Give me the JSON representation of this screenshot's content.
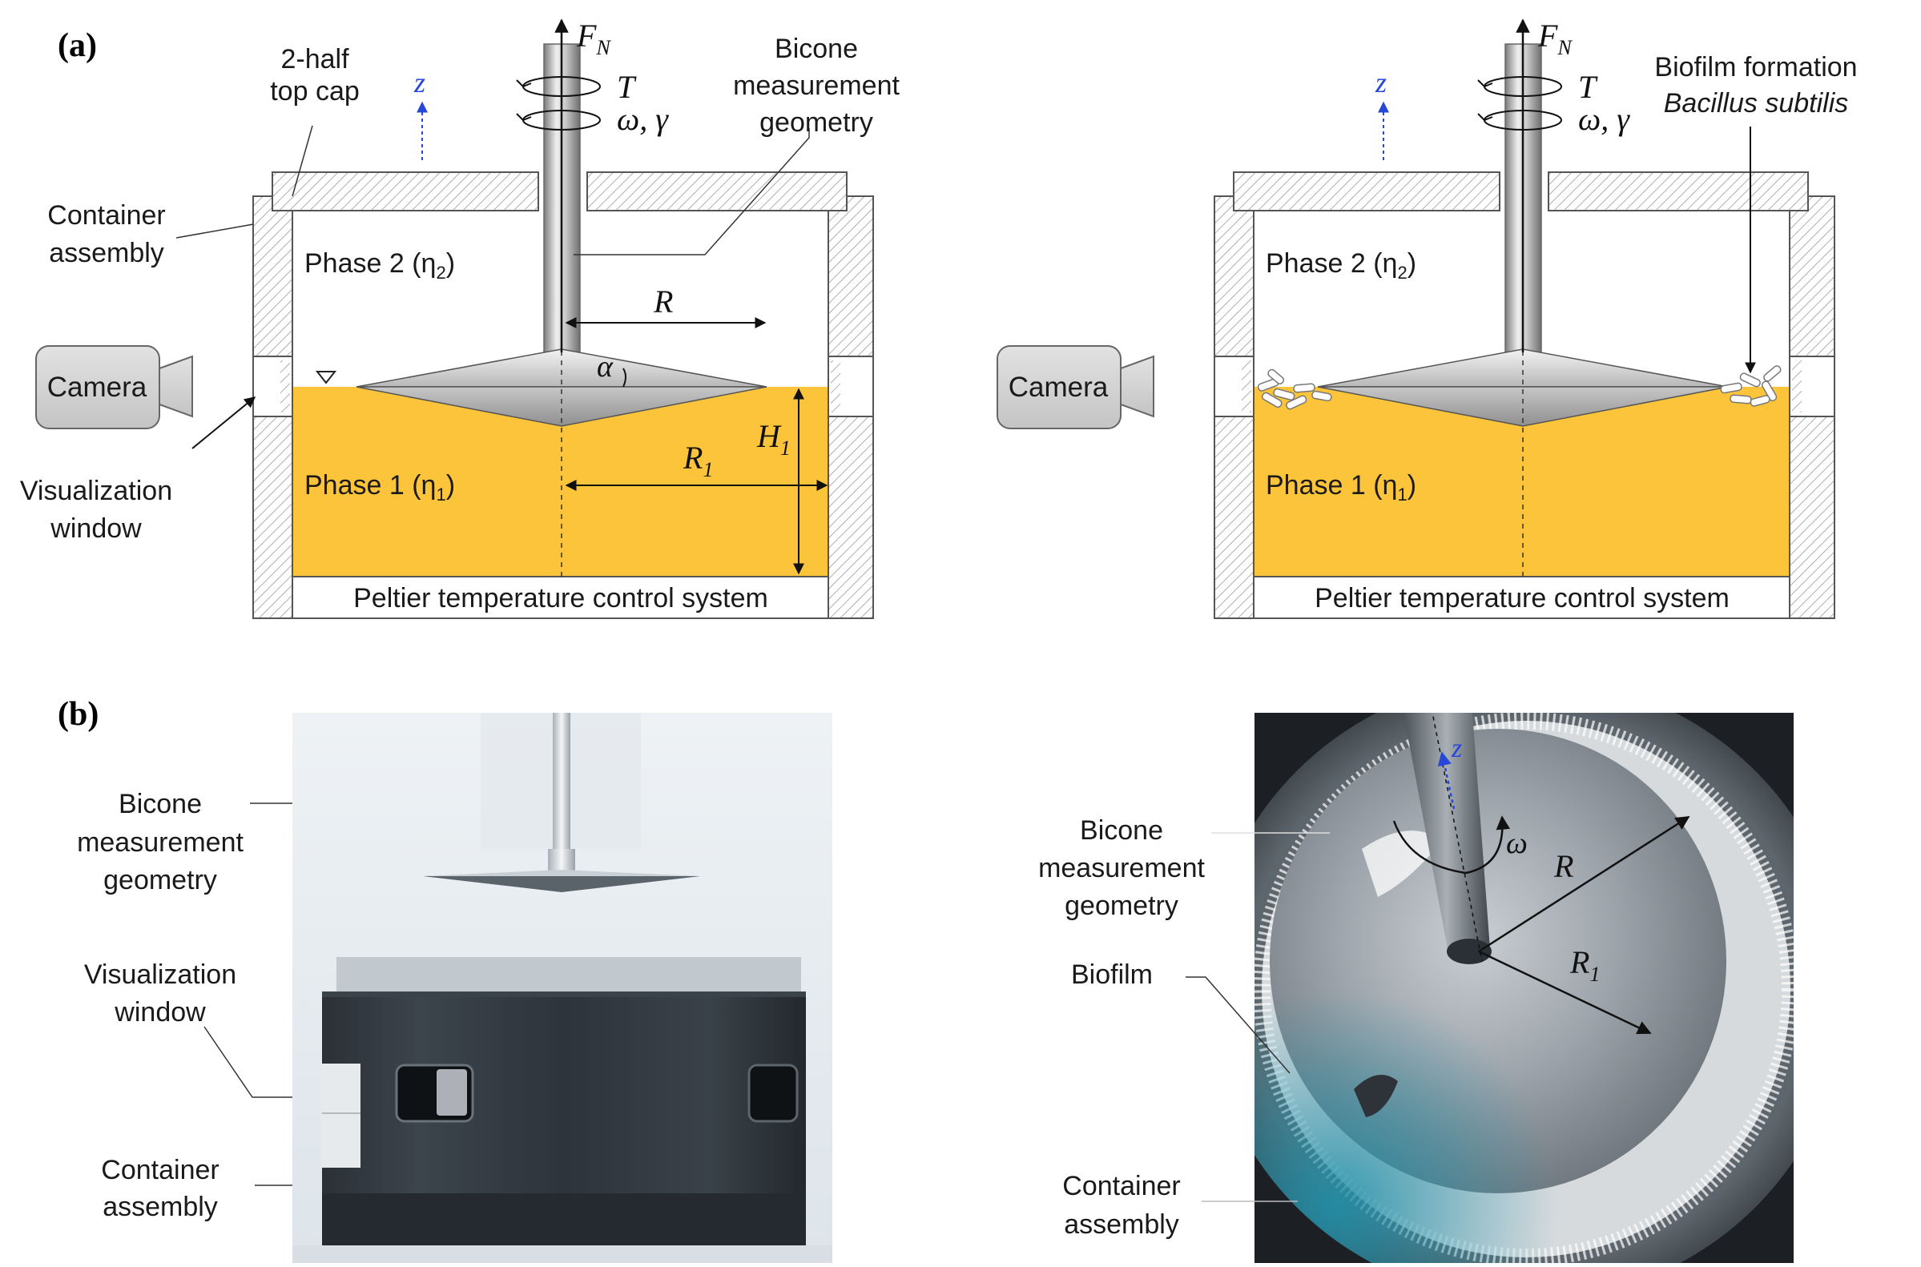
{
  "panels": {
    "a": "(a)",
    "b": "(b)"
  },
  "symbols": {
    "fn": "F",
    "fn_sub": "N",
    "torque": "T",
    "omega_gamma": "ω, γ",
    "z": "z",
    "R": "R",
    "R1": "R",
    "R1_sub": "1",
    "H1": "H",
    "H1_sub": "1",
    "alpha": "α",
    "omega": "ω"
  },
  "diagram_left": {
    "top_cap": [
      "2-half",
      "top cap"
    ],
    "container": [
      "Container",
      "assembly"
    ],
    "bicone": [
      "Bicone",
      "measurement",
      "geometry"
    ],
    "camera": "Camera",
    "window": [
      "Visualization",
      "window"
    ],
    "phase2": "Phase 2 (η",
    "phase2_sub": "2",
    "phase1": "Phase 1 (η",
    "phase1_sub": "1",
    "close_paren": ")",
    "peltier": "Peltier temperature control system"
  },
  "diagram_right": {
    "biofilm_formation": "Biofilm formation",
    "species": "Bacillus subtilis",
    "camera": "Camera",
    "phase2": "Phase 2 (η",
    "phase2_sub": "2",
    "phase1": "Phase 1 (η",
    "phase1_sub": "1",
    "close_paren": ")",
    "peltier": "Peltier temperature control system"
  },
  "photo_left": {
    "bicone": [
      "Bicone",
      "measurement",
      "geometry"
    ],
    "window": [
      "Visualization",
      "window"
    ],
    "container": [
      "Container",
      "assembly"
    ]
  },
  "photo_right": {
    "bicone": [
      "Bicone",
      "measurement",
      "geometry"
    ],
    "biofilm": "Biofilm",
    "container": [
      "Container",
      "assembly"
    ]
  },
  "colors": {
    "phase1_fill": "#fcc43a",
    "z_axis": "#2747d8",
    "camera_fill": "#d6d6d6",
    "photo_bg_left": "#e6ecf0",
    "container_dark": "#2b323a"
  }
}
